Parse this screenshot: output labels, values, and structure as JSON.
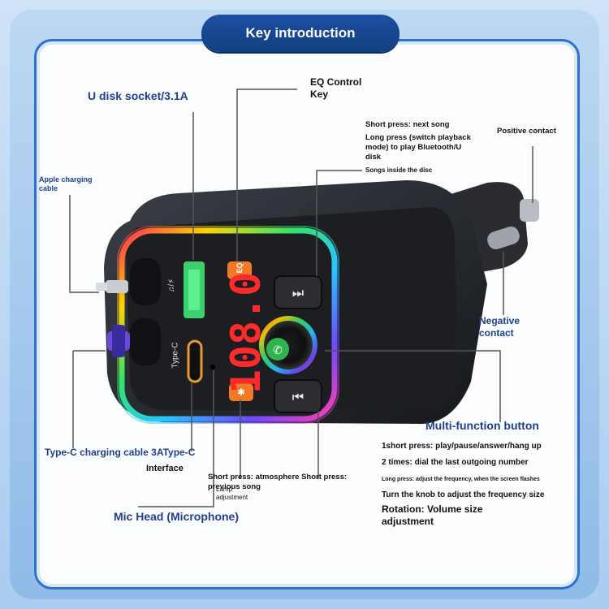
{
  "title": "Key introduction",
  "labels": {
    "u_disk": "U disk socket/3.1A",
    "eq": "EQ Control\nKey",
    "apple": "Apple charging\ncable",
    "next_short": "Short press: next song",
    "next_long": "Long press (switch playback\nmode) to play Bluetooth/U\ndisk",
    "next_long2": "Songs inside the disc",
    "positive": "Positive contact",
    "negative": "Negative\ncontact",
    "multi": "Multi-function button",
    "m1": "1short press: play/pause/answer/hang up",
    "m2": "2 times: dial the last outgoing number",
    "m3": "Long press: adjust the frequency, when the screen flashes",
    "m4": "Turn the knob to adjust the frequency size",
    "m5": "Rotation: Volume size\nadjustment",
    "typec_cable": "Type-C charging cable 3AType-C",
    "interface": "Interface",
    "atmos": "Short press: atmosphere Short press:",
    "prev": "previous song",
    "lamp": "Lamp\nadjustment",
    "mic": "Mic Head (Microphone)"
  },
  "device": {
    "display": "108.0",
    "eq_key": "EQ",
    "port_label": "Type-C",
    "usb_icon": "♫/⚡"
  },
  "colors": {
    "label_blue": "#1f3f8f",
    "title_bg": "#1d4fa3",
    "panel_border": "#2f6fd0",
    "display_red": "#ff2a2a",
    "key_orange": "#f07a26",
    "usb_green": "#3bd16f"
  },
  "icons": [
    "usb-port-icon",
    "typec-port-icon",
    "next-track-icon",
    "prev-track-icon",
    "phone-icon",
    "light-icon"
  ]
}
